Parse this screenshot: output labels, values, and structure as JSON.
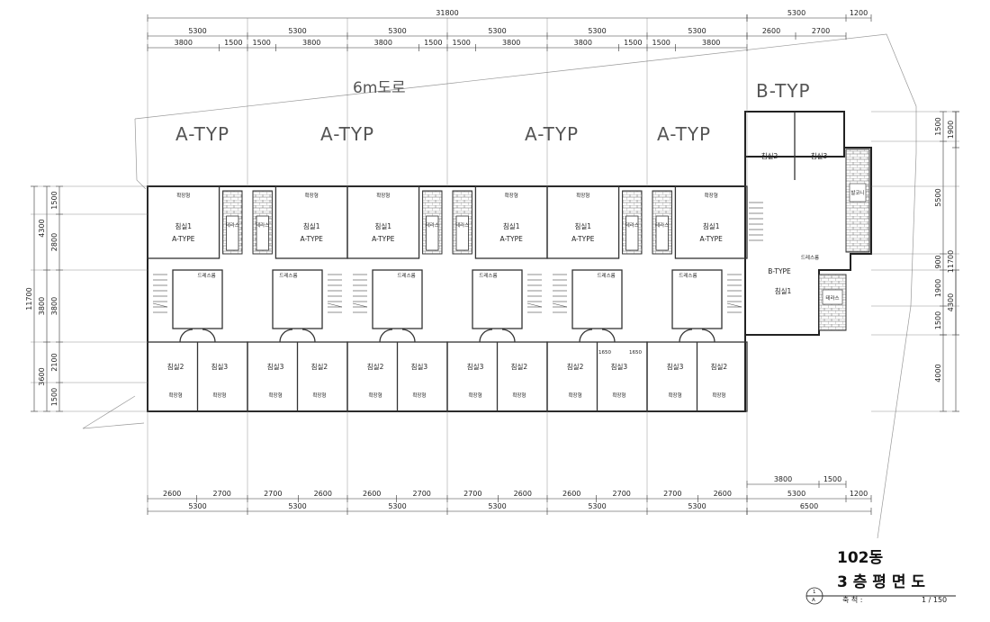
{
  "drawing": {
    "road_label": "6m도로",
    "type_labels": [
      "A-TYP",
      "A-TYP",
      "A-TYP",
      "A-TYP",
      "B-TYP"
    ],
    "title_line1": "102동",
    "title_line2": "3 층 평 면 도",
    "scale_label": "축 척 :",
    "scale_value": "1 / 150",
    "section_mark_number": "1",
    "section_mark_letter": "A"
  },
  "dimensions": {
    "top_total": "31800",
    "top_b_total": "5300",
    "top_b_end": "1200",
    "top_units": [
      "5300",
      "5300",
      "5300",
      "5300",
      "5300",
      "5300"
    ],
    "top_sub": [
      "3800",
      "1500",
      "1500",
      "3800",
      "3800",
      "1500",
      "1500",
      "3800",
      "3800",
      "1500",
      "1500",
      "3800"
    ],
    "top_b_sub": [
      "2600",
      "2700"
    ],
    "bottom_sub": [
      "2600",
      "2700",
      "2700",
      "2600",
      "2600",
      "2700",
      "2700",
      "2600",
      "2600",
      "2700",
      "2700",
      "2600"
    ],
    "bottom_units": [
      "5300",
      "5300",
      "5300",
      "5300",
      "5300",
      "5300"
    ],
    "bottom_b_sub": [
      "3800",
      "1500"
    ],
    "bottom_b_total": "5300",
    "bottom_b_end": "1200",
    "bottom_b_grand": "6500",
    "left_outer": "11700",
    "left_upper": "4300",
    "left_mid": "3800",
    "left_lower": "3600",
    "left_sub": [
      "1500",
      "2800",
      "2100",
      "1500"
    ],
    "right_outer": "11700",
    "right_sub": [
      "1500",
      "1900",
      "5500",
      "900",
      "1900",
      "1500",
      "4300",
      "4000"
    ],
    "inner_dims": [
      "1650",
      "1650"
    ]
  },
  "rooms": {
    "bedroom1": "침실1",
    "bedroom2": "침실2",
    "bedroom3": "침실3",
    "a_type": "A-TYPE",
    "b_type": "B-TYPE",
    "terrace": "테라스",
    "dressroom": "드레스룸",
    "expansion": "확장형",
    "balcony": "발코니"
  }
}
